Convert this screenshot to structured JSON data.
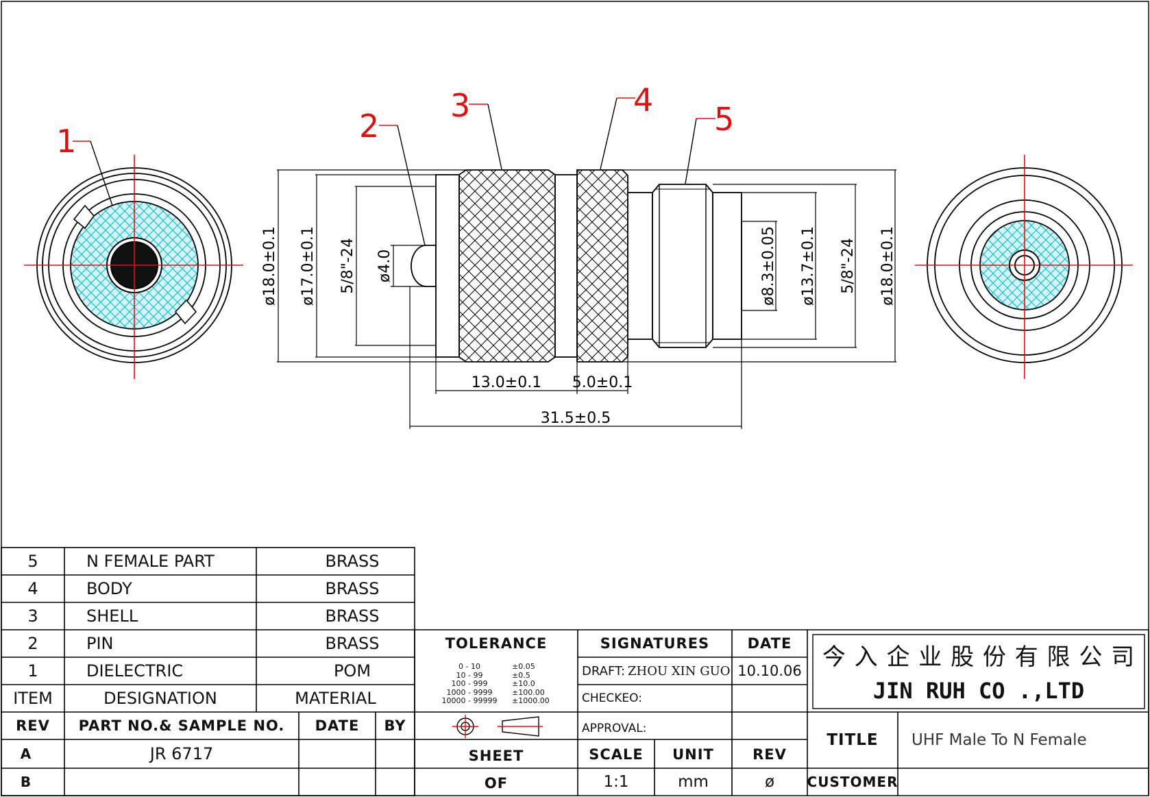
{
  "balloons": [
    "1",
    "2",
    "3",
    "4",
    "5"
  ],
  "dimensions": {
    "overall_dia_left": "ø18.0±0.1",
    "shell_dia": "ø17.0±0.1",
    "thread_left": "5/8\"-24",
    "pin_dia": "ø4.0",
    "pin_socket_dia": "ø8.3±0.05",
    "n_body_dia": "ø13.7±0.1",
    "thread_right": "5/8\"-24",
    "overall_dia_right": "ø18.0±0.1",
    "shell_length": "13.0±0.1",
    "body_length": "5.0±0.1",
    "overall_length": "31.5±0.5"
  },
  "bom": {
    "rows": [
      {
        "item": "5",
        "designation": "N  FEMALE  PART",
        "material": "BRASS"
      },
      {
        "item": "4",
        "designation": "BODY",
        "material": "BRASS"
      },
      {
        "item": "3",
        "designation": "SHELL",
        "material": "BRASS"
      },
      {
        "item": "2",
        "designation": "PIN",
        "material": "BRASS"
      },
      {
        "item": "1",
        "designation": "DIELECTRIC",
        "material": "POM"
      }
    ],
    "header": {
      "item": "ITEM",
      "designation": "DESIGNATION",
      "material": "MATERIAL"
    }
  },
  "revisions": {
    "header": {
      "rev": "REV",
      "part": "PART NO.& SAMPLE NO.",
      "date": "DATE",
      "by": "BY"
    },
    "rows": [
      {
        "rev": "A",
        "part": "JR 6717",
        "date": "",
        "by": ""
      },
      {
        "rev": "B",
        "part": "",
        "date": "",
        "by": ""
      }
    ]
  },
  "tolerance": {
    "label": "TOLERANCE",
    "ranges": [
      "0  -  10",
      "10  -  99",
      "100  -  999",
      "1000  -  9999",
      "10000  -  99999"
    ],
    "values": [
      "±0.05",
      "±0.5",
      "±10.0",
      "±100.00",
      "±1000.00"
    ],
    "sheet_label": "SHEET",
    "of_label": "OF"
  },
  "signatures": {
    "label": "SIGNATURES",
    "draft_label": "DRAFT:",
    "draft_name": "ZHOU XIN GUO",
    "checked_label": "CHECKEO:",
    "approval_label": "APPROVAL:",
    "date_label": "DATE",
    "draft_date": "10.10.06"
  },
  "meta": {
    "scale_label": "SCALE",
    "scale_value": "1:1",
    "unit_label": "UNIT",
    "unit_value": "mm",
    "rev_label": "REV",
    "rev_value": "ø"
  },
  "company": {
    "name_cn": "今 入 企 业 股 份 有 限 公 司",
    "name_en": "JIN  RUH  CO .,LTD"
  },
  "title_block": {
    "title_label": "TITLE",
    "title_value": "UHF  Male  To  N  Female",
    "customer_label": "CUSTOMER",
    "customer_value": ""
  },
  "colors": {
    "centerline": "#e01010",
    "hatch": "#00c8d8",
    "line": "#000000"
  }
}
